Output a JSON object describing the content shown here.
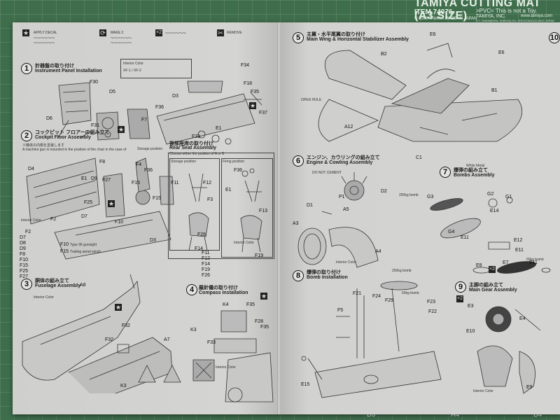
{
  "mat": {
    "title": "TAMIYA CUTTING MAT (A3 SIZE)",
    "item": "ITEM 74076",
    "copyright": "© 2006 TAMIYA  MADE IN JAPAN",
    "pvc": ">PVC<",
    "not_toy": "This is not a Toy.",
    "brand": "TAMIYA, INC.",
    "url": "www.tamiya.com",
    "address": "3-7, ONDAWARA, SURUGA-KU, SHIZUOKA 422-8610 JAPAN",
    "edge_labels": [
      "B6",
      "A4",
      "B4"
    ]
  },
  "legend": {
    "apply_decal": "APPLY DECAL",
    "make_2": "MAKE 2",
    "make_2_count": "×2",
    "remove": "REMOVE"
  },
  "steps": {
    "s1": {
      "num": "1",
      "jp": "計器盤の取り付け",
      "en": "Instrument Panel Installation",
      "color_note_1": "Interior Color",
      "color_note_2": "XF-1 / XF-2",
      "parts": [
        "F30",
        "D5",
        "D3",
        "F34",
        "F35",
        "F18",
        "D6",
        "F31",
        "E1",
        "F37",
        "F33",
        "F36",
        "F7"
      ]
    },
    "s2": {
      "num": "2",
      "jp": "コックピット フロアーの組み立て",
      "en": "Cockpit Floor Assembly",
      "note_jp": "※機体の内側を塗装します",
      "note_en": "A machine gun is mounted in the position of the chair in the case of",
      "storage": "Storage position",
      "parts": [
        "D4",
        "F8",
        "E1",
        "D9",
        "F27",
        "F16",
        "F36",
        "F4",
        "F2",
        "F25",
        "F15",
        "D7",
        "F10",
        "D3",
        "F2"
      ],
      "side_list": [
        "D7",
        "D8",
        "D9",
        "F8",
        "F10",
        "F15",
        "F25",
        "F27"
      ],
      "f10_note": "Type 96 gunsight",
      "f15_note": "Trailing aerial winch",
      "interior": "Interior Color"
    },
    "rear": {
      "jp": "後部座席の取り付け",
      "en": "Rear Seat Assembly",
      "note": "Choose either the position of A or B",
      "a_label": "Storage position",
      "b_label": "Firing position",
      "parts": [
        "F11",
        "F12",
        "F3",
        "F26",
        "F14",
        "F36",
        "E1",
        "F13",
        "F19"
      ],
      "list": [
        "F11",
        "F12",
        "F14",
        "F19",
        "F26"
      ],
      "interior": "Interior Color"
    },
    "s3": {
      "num": "3",
      "jp": "胴体の組み立て",
      "en": "Fuselage Assembly",
      "parts": [
        "A8",
        "A7",
        "F32",
        "F32",
        "K3"
      ],
      "interior": "Interior Color"
    },
    "s4": {
      "num": "4",
      "jp": "羅針儀の取り付け",
      "en": "Compass Installation",
      "parts": [
        "K4",
        "F35",
        "F28",
        "F33",
        "K3",
        "F35"
      ],
      "interior": "Interior Color"
    },
    "s5": {
      "num": "5",
      "jp": "主翼・水平尾翼の取り付け",
      "en": "Main Wing & Horizontal Stabilizer Assembly",
      "parts": [
        "E6",
        "E6",
        "B2",
        "B1",
        "A12",
        "C1"
      ],
      "open": "OPEN HOLE",
      "white": "White Metal"
    },
    "s6": {
      "num": "6",
      "jp": "エンジン、カウリングの組み立て",
      "en": "Engine & Cowling Assembly",
      "do_not_cement": "DO NOT CEMENT",
      "parts": [
        "P1",
        "D2",
        "D1",
        "A5",
        "A3",
        "A4"
      ],
      "interior": "Interior Color"
    },
    "s7": {
      "num": "7",
      "jp": "爆弾の組み立て",
      "en": "Bombs Assembly",
      "parts": [
        "G3",
        "G2",
        "G1",
        "E14",
        "G4",
        "E11",
        "E12",
        "E11",
        "E8",
        "E7",
        "E11"
      ],
      "bomb_250": "250kg bomb",
      "bomb_60": "60kg bomb",
      "make_2": "×2"
    },
    "s8": {
      "num": "8",
      "jp": "爆弾の取り付け",
      "en": "Bomb Installation",
      "parts": [
        "F21",
        "F24",
        "F29",
        "F23",
        "F5",
        "F22",
        "E15"
      ],
      "bomb_250": "250kg bomb",
      "bomb_60": "60kg bomb"
    },
    "s9": {
      "num": "9",
      "jp": "主脚の組み立て",
      "en": "Main Gear Assembly",
      "make_2": "×2",
      "parts": [
        "E3",
        "E4",
        "E10",
        "E9"
      ],
      "interior": "Interior Color"
    },
    "s10": {
      "num": "10"
    }
  },
  "colors": {
    "mat": "#3f6e4c",
    "page": "#d3d3d1",
    "ink": "#222222"
  }
}
